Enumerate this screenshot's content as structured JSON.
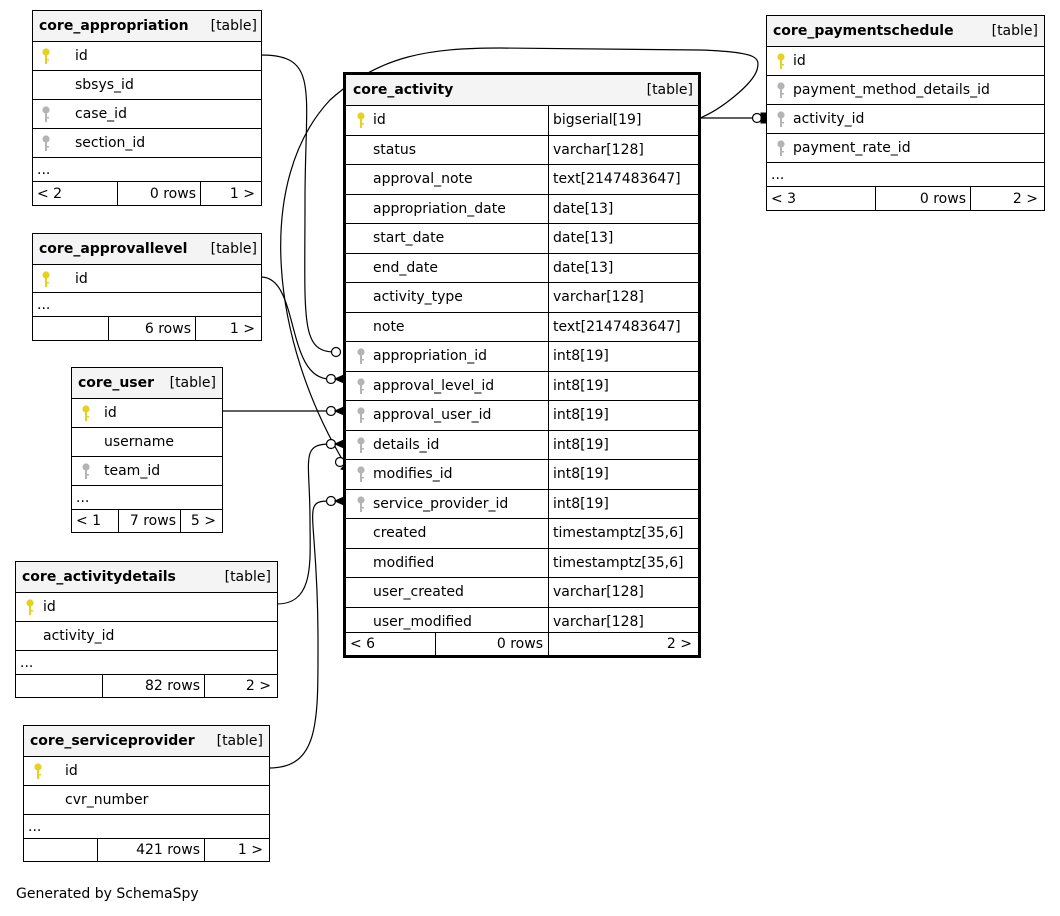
{
  "footer": "Generated by SchemaSpy",
  "colors": {
    "primary_key": "#e6d21e",
    "foreign_key": "#b4b4b4",
    "header_bg": "#f4f4f4"
  },
  "tables": {
    "appropriation": {
      "name": "core_appropriation",
      "tag": "[table]",
      "columns": [
        {
          "name": "id",
          "key": "primary"
        },
        {
          "name": "sbsys_id",
          "key": "none"
        },
        {
          "name": "case_id",
          "key": "foreign"
        },
        {
          "name": "section_id",
          "key": "foreign"
        }
      ],
      "more": "...",
      "parents": "< 2",
      "rows": "0 rows",
      "children": "1 >"
    },
    "approvallevel": {
      "name": "core_approvallevel",
      "tag": "[table]",
      "columns": [
        {
          "name": "id",
          "key": "primary"
        }
      ],
      "more": "...",
      "parents": "",
      "rows": "6 rows",
      "children": "1 >"
    },
    "user": {
      "name": "core_user",
      "tag": "[table]",
      "columns": [
        {
          "name": "id",
          "key": "primary"
        },
        {
          "name": "username",
          "key": "none"
        },
        {
          "name": "team_id",
          "key": "foreign"
        }
      ],
      "more": "...",
      "parents": "< 1",
      "rows": "7 rows",
      "children": "5 >"
    },
    "activitydetails": {
      "name": "core_activitydetails",
      "tag": "[table]",
      "columns": [
        {
          "name": "id",
          "key": "primary"
        },
        {
          "name": "activity_id",
          "key": "none"
        }
      ],
      "more": "...",
      "parents": "",
      "rows": "82 rows",
      "children": "2 >"
    },
    "serviceprovider": {
      "name": "core_serviceprovider",
      "tag": "[table]",
      "columns": [
        {
          "name": "id",
          "key": "primary"
        },
        {
          "name": "cvr_number",
          "key": "none"
        }
      ],
      "more": "...",
      "parents": "",
      "rows": "421 rows",
      "children": "1 >"
    },
    "activity": {
      "name": "core_activity",
      "tag": "[table]",
      "columns": [
        {
          "name": "id",
          "type": "bigserial[19]",
          "key": "primary"
        },
        {
          "name": "status",
          "type": "varchar[128]",
          "key": "none"
        },
        {
          "name": "approval_note",
          "type": "text[2147483647]",
          "key": "none"
        },
        {
          "name": "appropriation_date",
          "type": "date[13]",
          "key": "none"
        },
        {
          "name": "start_date",
          "type": "date[13]",
          "key": "none"
        },
        {
          "name": "end_date",
          "type": "date[13]",
          "key": "none"
        },
        {
          "name": "activity_type",
          "type": "varchar[128]",
          "key": "none"
        },
        {
          "name": "note",
          "type": "text[2147483647]",
          "key": "none"
        },
        {
          "name": "appropriation_id",
          "type": "int8[19]",
          "key": "foreign"
        },
        {
          "name": "approval_level_id",
          "type": "int8[19]",
          "key": "foreign"
        },
        {
          "name": "approval_user_id",
          "type": "int8[19]",
          "key": "foreign"
        },
        {
          "name": "details_id",
          "type": "int8[19]",
          "key": "foreign"
        },
        {
          "name": "modifies_id",
          "type": "int8[19]",
          "key": "foreign"
        },
        {
          "name": "service_provider_id",
          "type": "int8[19]",
          "key": "foreign"
        },
        {
          "name": "created",
          "type": "timestamptz[35,6]",
          "key": "none"
        },
        {
          "name": "modified",
          "type": "timestamptz[35,6]",
          "key": "none"
        },
        {
          "name": "user_created",
          "type": "varchar[128]",
          "key": "none"
        },
        {
          "name": "user_modified",
          "type": "varchar[128]",
          "key": "none"
        }
      ],
      "parents": "< 6",
      "rows": "0 rows",
      "children": "2 >"
    },
    "paymentschedule": {
      "name": "core_paymentschedule",
      "tag": "[table]",
      "columns": [
        {
          "name": "id",
          "key": "primary"
        },
        {
          "name": "payment_method_details_id",
          "key": "foreign"
        },
        {
          "name": "activity_id",
          "key": "foreign"
        },
        {
          "name": "payment_rate_id",
          "key": "foreign"
        }
      ],
      "more": "...",
      "parents": "< 3",
      "rows": "0 rows",
      "children": "2 >"
    }
  }
}
